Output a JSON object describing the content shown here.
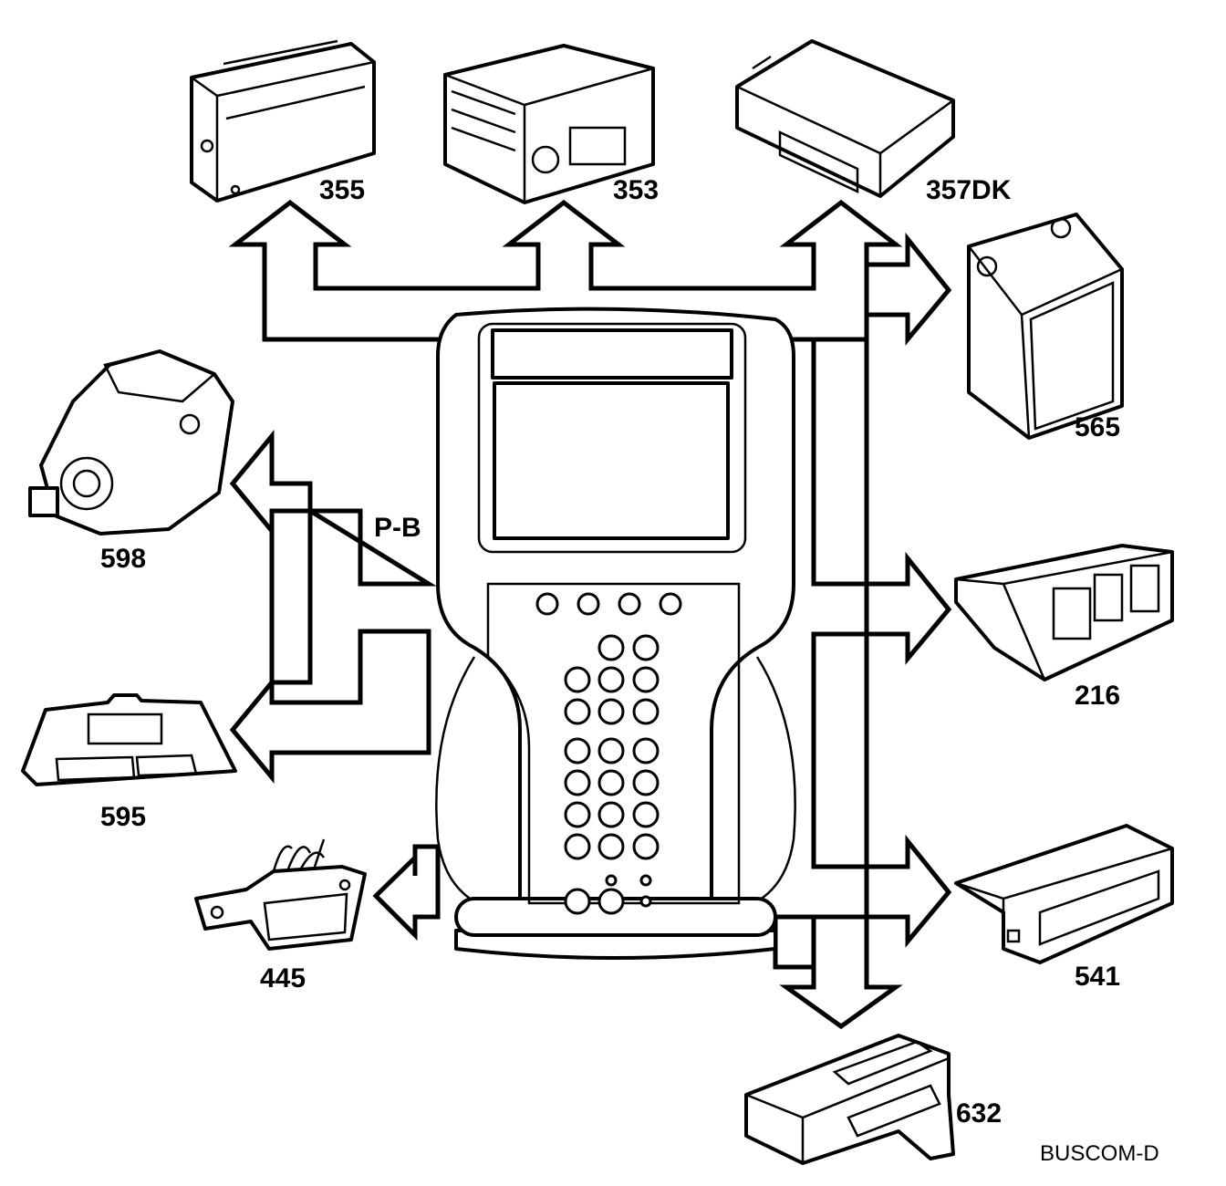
{
  "modules": {
    "m355": "355",
    "m353": "353",
    "m357dk": "357DK",
    "m565": "565",
    "m598": "598",
    "m595": "595",
    "m445": "445",
    "m216": "216",
    "m541": "541",
    "m632": "632"
  },
  "bus_label": "P-B",
  "figure_ref": "BUSCOM-D"
}
